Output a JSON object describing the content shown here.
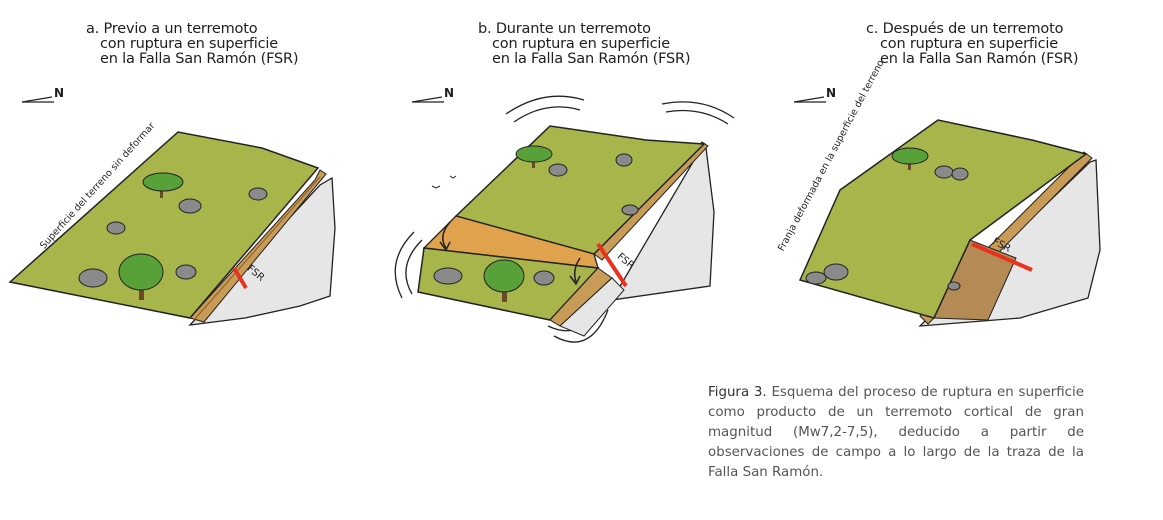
{
  "panels": [
    {
      "title_lines": [
        "a. Previo a un terremoto",
        "con ruptura en superficie",
        "en la Falla San Ramón (FSR)"
      ],
      "compass": "N",
      "side_label": "Superficie del terreno sin deformar",
      "fault_label": "FSR"
    },
    {
      "title_lines": [
        "b. Durante un terremoto",
        "con ruptura en superficie",
        "en la Falla San Ramón (FSR)"
      ],
      "compass": "N",
      "fault_label": "FSR"
    },
    {
      "title_lines": [
        "c. Después de un terremoto",
        "con ruptura en superficie",
        "en la Falla San Ramón (FSR)"
      ],
      "compass": "N",
      "side_label": "Franja deformada en la superficie del terreno",
      "fault_label": "FSR"
    }
  ],
  "caption": {
    "label": "Figura 3.",
    "text": " Esquema del proceso de ruptura en superficie como producto de un terremoto cortical de gran magnitud (Mw7,2-7,5), deducido a partir de observaciones de campo a lo largo de la traza de la Falla San Ramón."
  },
  "colors": {
    "ground": "#a8b54a",
    "soil": "#c89b57",
    "rock": "#e6e6e6",
    "fault": "#e8321e"
  }
}
